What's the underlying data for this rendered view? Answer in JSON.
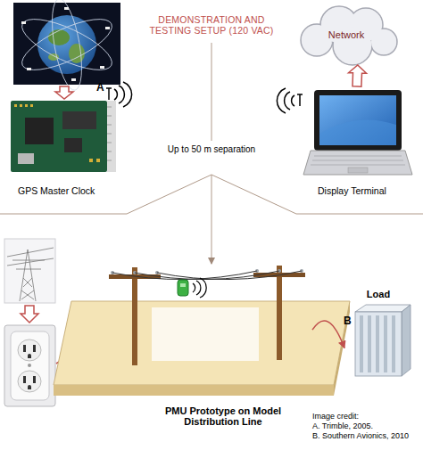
{
  "diagram": {
    "title": "DEMONSTRATION AND TESTING SETUP (120 VAC)",
    "nodes": [
      {
        "text": [
          "GPS Master Clock"
        ]
      },
      {
        "text": [
          "Network"
        ]
      },
      {
        "text": [
          "Display Terminal"
        ]
      },
      {
        "text": [
          "PMU Prototype on Model Distribution Line"
        ]
      },
      {
        "text": [
          "Load"
        ]
      }
    ],
    "edges": [
      {
        "from": 2,
        "to": 1,
        "arrow": "to"
      },
      {
        "from": 3,
        "to": 4,
        "arrow": "to"
      }
    ],
    "labels": [
      "A",
      "Up to 50 m separation",
      "B",
      "Image credit:",
      "A. Trimble, 2005.",
      "B. Southern Avionics, 2010"
    ]
  }
}
